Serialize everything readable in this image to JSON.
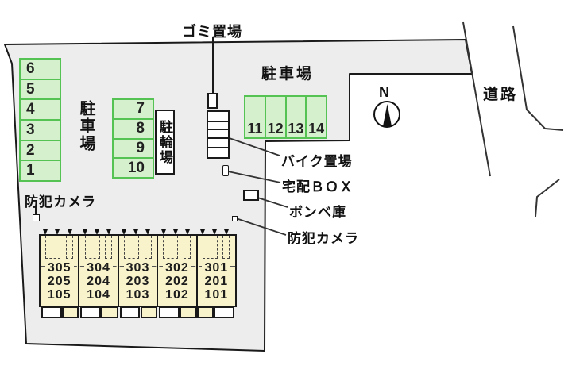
{
  "labels": {
    "garbage": "ゴミ置場",
    "parking_left": "駐車場",
    "parking_right": "駐車場",
    "bicycle_shed": "駐輪場",
    "road": "道路",
    "compass_n": "N",
    "camera_left": "防犯カメラ"
  },
  "callouts": {
    "bike_storage": "バイク置場",
    "delivery_box": "宅配ＢＯＸ",
    "gas_storage": "ボンベ庫",
    "camera_right": "防犯カメラ"
  },
  "parking_spots": {
    "left_column": [
      "6",
      "5",
      "4",
      "3",
      "2",
      "1"
    ],
    "middle_column": [
      "7",
      "8",
      "9",
      "10"
    ],
    "right_row": [
      "11",
      "12",
      "13",
      "14"
    ]
  },
  "building": {
    "units": [
      {
        "rooms": [
          "305",
          "205",
          "105"
        ]
      },
      {
        "rooms": [
          "304",
          "204",
          "104"
        ]
      },
      {
        "rooms": [
          "303",
          "203",
          "103"
        ]
      },
      {
        "rooms": [
          "302",
          "202",
          "102"
        ]
      },
      {
        "rooms": [
          "301",
          "201",
          "101"
        ]
      }
    ]
  },
  "colors": {
    "site_fill": "#ededed",
    "outline": "#1a1a1a",
    "parking_fill": "#d4f0cc",
    "parking_border": "#55c353",
    "building_fill": "#f8f3cb"
  }
}
